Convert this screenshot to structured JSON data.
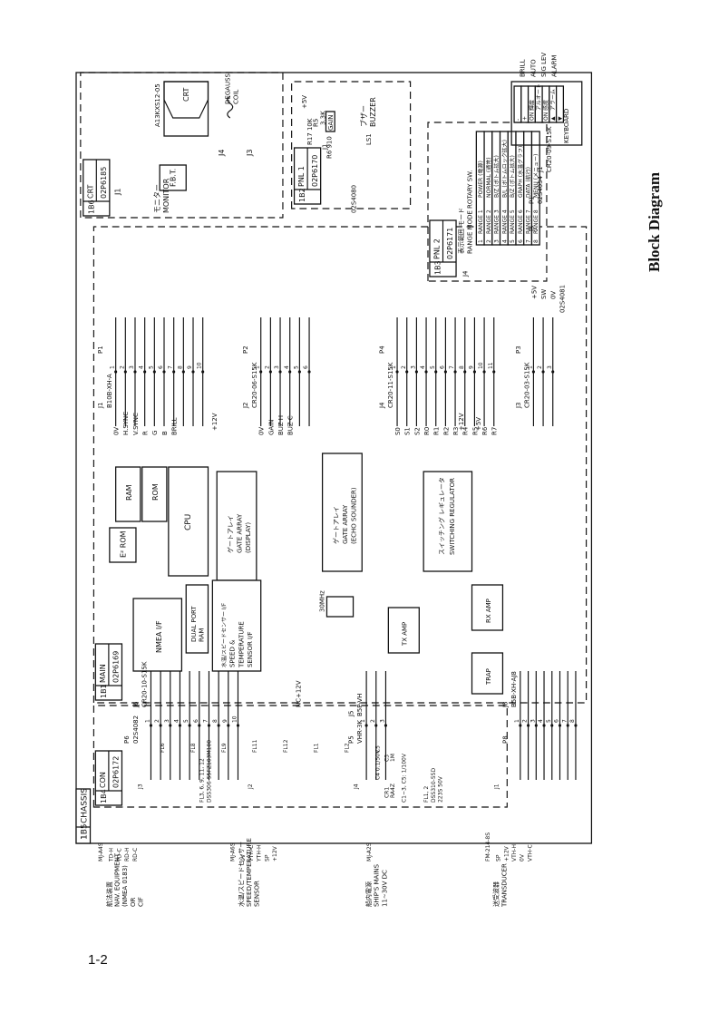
{
  "page": {
    "number": "1-2",
    "title": "Block Diagram"
  },
  "units": {
    "chassis": [
      "1B5",
      "CHASSIS"
    ],
    "con": [
      "1B4",
      "CON",
      "02P6172"
    ],
    "main": [
      "1B1",
      "MAIN",
      "02P6169"
    ],
    "crt": [
      "1B6",
      "CRT",
      "02P6185"
    ],
    "pnl1": [
      "1B2",
      "PNL 1",
      "02P6170"
    ],
    "pnl2": [
      "1B3",
      "PNL 2",
      "02P6171"
    ]
  },
  "blocks": {
    "ram": "RAM",
    "rom": "ROM",
    "e2rom": "E² ROM",
    "cpu": "CPU",
    "ga_display": [
      "ゲートアレイ",
      "GATE ARRAY",
      "(DISPLAY)"
    ],
    "ga_echo": [
      "ゲートアレイ",
      "GATE ARRAY",
      "(ECHO SOUNDER)"
    ],
    "nmea_if": "NMEA I/F",
    "dual_port_ram": [
      "DUAL PORT",
      "RAM"
    ],
    "speed_if": [
      "水温/スピードセンサー I/F",
      "SPEED &",
      "TEMPERATURE",
      "SENSOR I/F"
    ],
    "switching_reg": [
      "スイッチング レギュレータ",
      "SWITCHING REGULATOR"
    ],
    "tx_amp": "TX AMP",
    "rx_amp": "RX AMP",
    "trap": "TRAP",
    "osc": "30MHz",
    "fbt": "F.B.T.",
    "crt": "CRT",
    "degauss": [
      "DEGAUSS",
      "COIL"
    ],
    "monitor": [
      "モニター",
      "MONITOR"
    ],
    "crt_tube": "A13KXS12-05",
    "buzzer": [
      "ブザー",
      "BUZZER"
    ],
    "ls1": "LS1",
    "keyboard": "KEYBOARD",
    "rotary": "ROTARY SW.",
    "range_mode": [
      "表示範囲 モード",
      "RANGE MODE"
    ]
  },
  "connectors": {
    "j1_main": [
      "J1",
      "B10B-XH-A"
    ],
    "j2_main": [
      "J2",
      "CR20-06-S15K"
    ],
    "j4_main": [
      "J4",
      "CR20-11-S15K"
    ],
    "j3_main": [
      "J3",
      "CR20-03-S15K"
    ],
    "j6_main": [
      "J6",
      "CR20-10-S15K"
    ],
    "j5_main": [
      "J5",
      "B5P-VH"
    ],
    "j8_main": [
      "J8",
      "B5B-XH-AJ8"
    ],
    "p1": "P1",
    "p2": "P2",
    "p3": "P3",
    "p4": "P4",
    "p5": [
      "P5",
      "VHR-3K"
    ],
    "p6": [
      "P6",
      "02S4082"
    ],
    "p8": "P8",
    "cable_crt": "02S4080",
    "cable_pnl": "02S4081",
    "cable_kb": [
      "P1",
      "02S4054"
    ],
    "j1_kb": [
      "J1",
      "CR20-09-S15K"
    ],
    "j5_pnl": "J5",
    "j1_crt": "J1",
    "j3_crt": "J3",
    "j4_crt": "J4",
    "pnl1_j1": "J1",
    "pnl2_j4": "J4"
  },
  "j1_pins": [
    "1",
    "2",
    "3",
    "4",
    "5",
    "6",
    "7",
    "8",
    "9",
    "10"
  ],
  "j1_signals": [
    "0V",
    "H.SYNC",
    "V.SYNC",
    "R",
    "G",
    "B",
    "BRILL"
  ],
  "j2_signals": [
    "0V",
    "GAIN",
    "BUZ H",
    "BUZ C"
  ],
  "j4_signals": [
    "S0",
    "S1",
    "S2",
    "R0",
    "R1",
    "R2",
    "R3",
    "R4",
    "R5",
    "R6",
    "R7"
  ],
  "j3_signals": [
    "+5V",
    "SW",
    "0V"
  ],
  "plus12v": "+12V",
  "plus5v": "+5V",
  "nc": "NC",
  "pnl1": {
    "r5": "R5",
    "r5v": "3.3K",
    "r17": "R17 10K",
    "r6": "R6 910",
    "gain": "GAIN",
    "vcc": "+5V"
  },
  "rotary_positions": [
    [
      "1",
      "RANGE 1",
      "POWER (電源)"
    ],
    [
      "2",
      "RANGE 2",
      "NORMAL (通常)"
    ],
    [
      "3",
      "RANGE 3",
      "B/Z (ボトム拡大)"
    ],
    [
      "4",
      "RANGE 4",
      "B/L (ボトムロック拡大)"
    ],
    [
      "5",
      "RANGE 5",
      "B/Z (ボトム拡大)"
    ],
    [
      "6",
      "RANGE 6",
      "GRAPH (水温グラフ)"
    ],
    [
      "7",
      "RANGE 7",
      "DATA (航行)"
    ],
    [
      "8",
      "RANGE 8",
      "MENU (メニュー)"
    ]
  ],
  "keys": [
    [
      "-",
      ""
    ],
    [
      "+",
      ""
    ],
    [
      "ON",
      "輝度"
    ],
    [
      "",
      "アルオート"
    ],
    [
      "ON",
      "感度"
    ],
    [
      "▲",
      "アラーム"
    ],
    [
      "▼",
      ""
    ]
  ],
  "key_labels": [
    "BRILL",
    "AUTO",
    "SIG LEV",
    "ALARM"
  ],
  "con_board": {
    "j3": "J3",
    "j2": "J2",
    "j4": "J4",
    "j1": "J1",
    "fl_left": [
      "FL3, 6, 9, 11, 12",
      "DSS306-55FZ103M100"
    ],
    "fl_main": [
      "FL1, 2",
      "DSS310-55D",
      "223S 50V"
    ],
    "caps": [
      "C1~3, C5: 1/100V"
    ],
    "cr1": [
      "CR1",
      "RA4Z"
    ],
    "c3": [
      "C3",
      "1M"
    ],
    "c4": "C4 0.1/50V",
    "fl_parts": [
      "FL6",
      "FL8",
      "FL9",
      "FL11",
      "FL12",
      "FL1",
      "FL2",
      "C5"
    ]
  },
  "external": {
    "nav": [
      "航法装置",
      "NAV. EQUIPMENT",
      "(NMEA 0183)",
      "OR",
      "CIF"
    ],
    "nav_conn": "MJ-A4S",
    "nav_pins": [
      "TD-H",
      "TD-C",
      "RD-H",
      "RD-C"
    ],
    "sensor": [
      "水温/スピードセンサー",
      "SPEED/TEMPERATURE",
      "SENSOR"
    ],
    "sensor_conn": "MJ-A6S",
    "sensor_pins": [
      "0V",
      "YTH-C",
      "YTH-H",
      "SP",
      "+12V"
    ],
    "mains": [
      "船内電源",
      "SHIP'S MAINS",
      "11~30V DC"
    ],
    "mains_conn": "MJ-A2S",
    "xdcr": [
      "送受波器",
      "TRANSDUCER"
    ],
    "xdcr_conn": "FM-214-8S",
    "xdcr_pins": [
      "SP",
      "+12V",
      "VTH-H",
      "0V",
      "VTH-C"
    ]
  }
}
